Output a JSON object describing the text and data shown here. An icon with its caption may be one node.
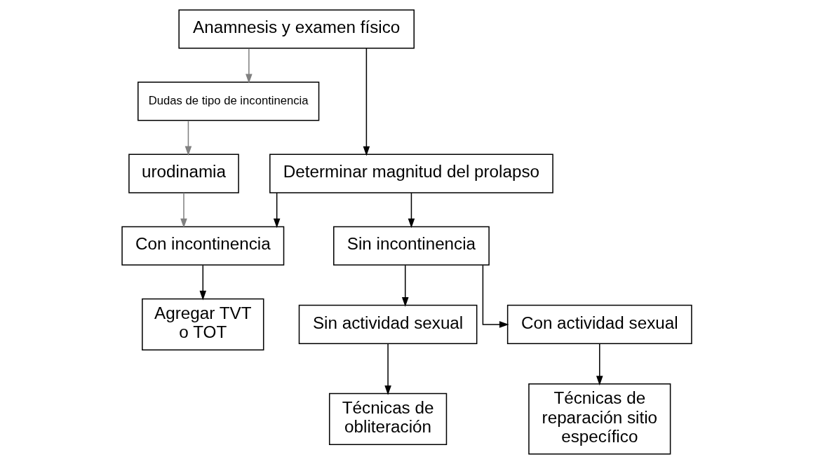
{
  "diagram": {
    "nodes": [
      {
        "text": [
          "Anamnesis y examen físico"
        ]
      },
      {
        "text": [
          "Dudas de tipo de incontinencia"
        ]
      },
      {
        "text": [
          "Determinar magnitud del prolapso"
        ]
      },
      {
        "text": [
          "urodinamia"
        ]
      },
      {
        "text": [
          "Sin incontinencia"
        ]
      },
      {
        "text": [
          "Con incontinencia"
        ]
      },
      {
        "text": [
          "Sin actividad sexual"
        ]
      },
      {
        "text": [
          "Con actividad sexual"
        ]
      },
      {
        "text": [
          "Técnicas de obliteración"
        ]
      },
      {
        "text": [
          "Técnicas de reparación sitio específico"
        ]
      },
      {
        "text": [
          "Agregar TVT o TOT"
        ]
      }
    ],
    "edges": [
      {
        "from": 0,
        "to": 1,
        "arrow": "to",
        "color": "#808080"
      },
      {
        "from": 0,
        "to": 2,
        "arrow": "to"
      },
      {
        "from": 1,
        "to": 3,
        "arrow": "to",
        "color": "#808080"
      },
      {
        "from": 2,
        "to": 4,
        "arrow": "to"
      },
      {
        "from": 2,
        "to": 5,
        "arrow": "to"
      },
      {
        "from": 3,
        "to": 5,
        "arrow": "to",
        "color": "#808080"
      },
      {
        "from": 4,
        "to": 6,
        "arrow": "to"
      },
      {
        "from": 4,
        "to": 7,
        "arrow": "to"
      },
      {
        "from": 6,
        "to": 8,
        "arrow": "to"
      },
      {
        "from": 7,
        "to": 9,
        "arrow": "to"
      },
      {
        "from": 5,
        "to": 10,
        "arrow": "to"
      }
    ]
  }
}
